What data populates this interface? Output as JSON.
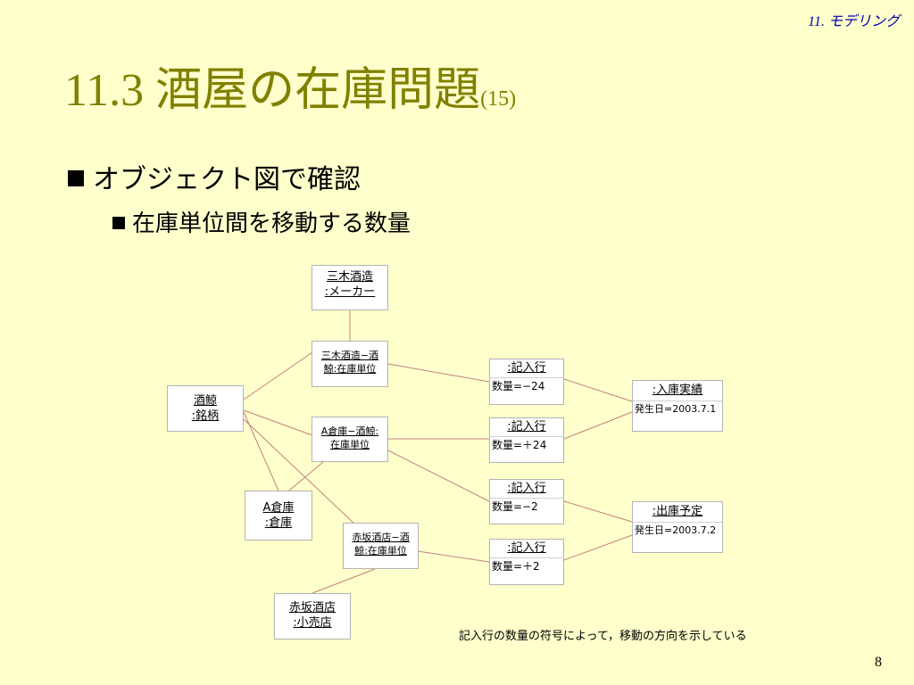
{
  "header": {
    "chapter": "11. モデリング"
  },
  "slide": {
    "title_main": "11.3 酒屋の在庫問題",
    "title_sub": "(15)",
    "bullet1": "オブジェクト図で確認",
    "bullet2": "在庫単位間を移動する数量",
    "note": "記入行の数量の符号によって，移動の方向を示している",
    "page_number": "8"
  },
  "diagram": {
    "miki_maker": {
      "line1": "三木酒造",
      "line2": ":メーカー"
    },
    "miki_stock": {
      "line1": "三木酒造−酒",
      "line2": "鯨:在庫単位"
    },
    "sake_brand": {
      "line1": "酒鯨",
      "line2": ":銘柄"
    },
    "a_stock": {
      "line1": "A倉庫−酒鯨:",
      "line2": "在庫単位"
    },
    "a_warehouse": {
      "line1": "A倉庫",
      "line2": ":倉庫"
    },
    "akasaka_stock": {
      "line1": "赤坂酒店−酒",
      "line2": "鯨:在庫単位"
    },
    "akasaka_shop": {
      "line1": "赤坂酒店",
      "line2": ":小売店"
    },
    "entry1": {
      "name": ":記入行",
      "attr": "数量=−24"
    },
    "entry2": {
      "name": ":記入行",
      "attr": "数量=＋24"
    },
    "entry3": {
      "name": ":記入行",
      "attr": "数量=−2"
    },
    "entry4": {
      "name": ":記入行",
      "attr": "数量=＋2"
    },
    "receipt_actual": {
      "name": ":入庫実績",
      "attr": "発生日=2003.7.1"
    },
    "shipment_plan": {
      "name": ":出庫予定",
      "attr": "発生日=2003.7.2"
    }
  },
  "colors": {
    "title": "#808000",
    "chapter": "#0000aa",
    "link": "#c08080",
    "background": "#ffffcc"
  }
}
